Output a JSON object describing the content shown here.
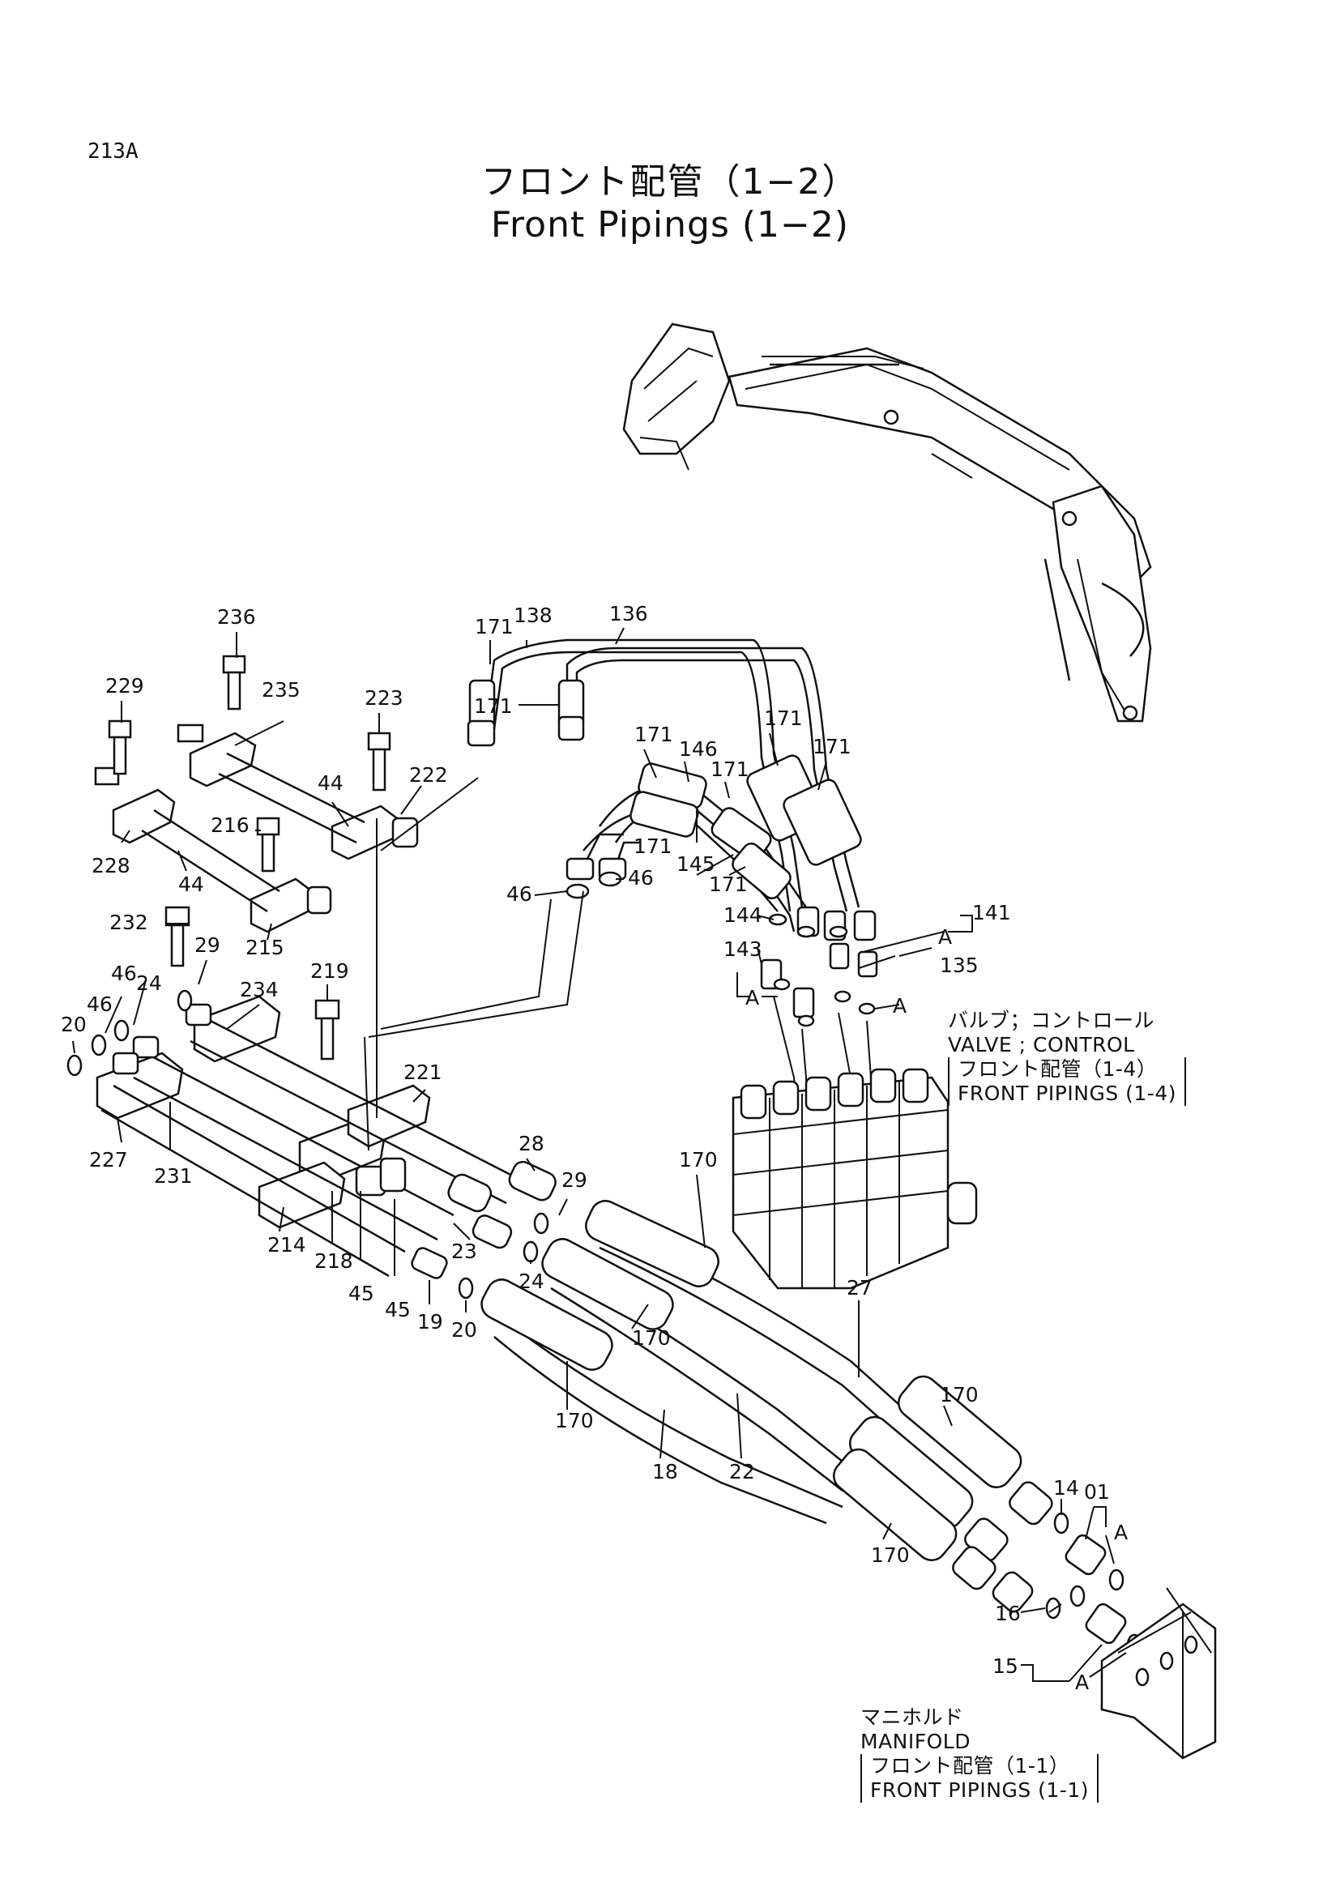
{
  "page": {
    "code": "213A"
  },
  "title": {
    "ja": "フロント配管（1−2）",
    "en": "Front Pipings (1−2)"
  },
  "callouts": [
    {
      "id": "c236",
      "label": "236"
    },
    {
      "id": "c229",
      "label": "229"
    },
    {
      "id": "c235",
      "label": "235"
    },
    {
      "id": "c223",
      "label": "223"
    },
    {
      "id": "c44a",
      "label": "44"
    },
    {
      "id": "c222",
      "label": "222"
    },
    {
      "id": "c216",
      "label": "216"
    },
    {
      "id": "c228",
      "label": "228"
    },
    {
      "id": "c44b",
      "label": "44"
    },
    {
      "id": "c215",
      "label": "215"
    },
    {
      "id": "c171a",
      "label": "171"
    },
    {
      "id": "c138",
      "label": "138"
    },
    {
      "id": "c136",
      "label": "136"
    },
    {
      "id": "c171b",
      "label": "171"
    },
    {
      "id": "c171c",
      "label": "171"
    },
    {
      "id": "c171d",
      "label": "171"
    },
    {
      "id": "c146",
      "label": "146"
    },
    {
      "id": "c171e",
      "label": "171"
    },
    {
      "id": "c171f",
      "label": "171"
    },
    {
      "id": "c171g",
      "label": "171"
    },
    {
      "id": "c145",
      "label": "145"
    },
    {
      "id": "c171h",
      "label": "171"
    },
    {
      "id": "c46a",
      "label": "46"
    },
    {
      "id": "c46b",
      "label": "46"
    },
    {
      "id": "c144",
      "label": "144"
    },
    {
      "id": "c143",
      "label": "143"
    },
    {
      "id": "cA1",
      "label": "A"
    },
    {
      "id": "c141",
      "label": "141"
    },
    {
      "id": "cA2",
      "label": "A"
    },
    {
      "id": "c135",
      "label": "135"
    },
    {
      "id": "cA3",
      "label": "A"
    },
    {
      "id": "c232",
      "label": "232"
    },
    {
      "id": "c29a",
      "label": "29"
    },
    {
      "id": "c219",
      "label": "219"
    },
    {
      "id": "c46c",
      "label": "46"
    },
    {
      "id": "c24a",
      "label": "24"
    },
    {
      "id": "c46d",
      "label": "46"
    },
    {
      "id": "c20a",
      "label": "20"
    },
    {
      "id": "c234",
      "label": "234"
    },
    {
      "id": "c227",
      "label": "227"
    },
    {
      "id": "c231",
      "label": "231"
    },
    {
      "id": "c221",
      "label": "221"
    },
    {
      "id": "c28",
      "label": "28"
    },
    {
      "id": "c29b",
      "label": "29"
    },
    {
      "id": "c214",
      "label": "214"
    },
    {
      "id": "c218",
      "label": "218"
    },
    {
      "id": "c45a",
      "label": "45"
    },
    {
      "id": "c45b",
      "label": "45"
    },
    {
      "id": "c23",
      "label": "23"
    },
    {
      "id": "c24b",
      "label": "24"
    },
    {
      "id": "c19",
      "label": "19"
    },
    {
      "id": "c20b",
      "label": "20"
    },
    {
      "id": "c170a",
      "label": "170"
    },
    {
      "id": "c170b",
      "label": "170"
    },
    {
      "id": "c170c",
      "label": "170"
    },
    {
      "id": "c27",
      "label": "27"
    },
    {
      "id": "c170d",
      "label": "170"
    },
    {
      "id": "c18",
      "label": "18"
    },
    {
      "id": "c22",
      "label": "22"
    },
    {
      "id": "c14",
      "label": "14"
    },
    {
      "id": "c01",
      "label": "01"
    },
    {
      "id": "cA4",
      "label": "A"
    },
    {
      "id": "c170e",
      "label": "170"
    },
    {
      "id": "c16",
      "label": "16"
    },
    {
      "id": "c15",
      "label": "15"
    },
    {
      "id": "cA5",
      "label": "A"
    }
  ],
  "references": {
    "valve": {
      "name_ja": "バルブ；コントロール",
      "name_en": "VALVE ; CONTROL",
      "ref_ja": "フロント配管（1-4）",
      "ref_en": "FRONT PIPINGS (1-4)"
    },
    "manifold": {
      "name_ja": "マニホルド",
      "name_en": "MANIFOLD",
      "ref_ja": "フロント配管（1-1）",
      "ref_en": "FRONT PIPINGS (1-1)"
    }
  }
}
